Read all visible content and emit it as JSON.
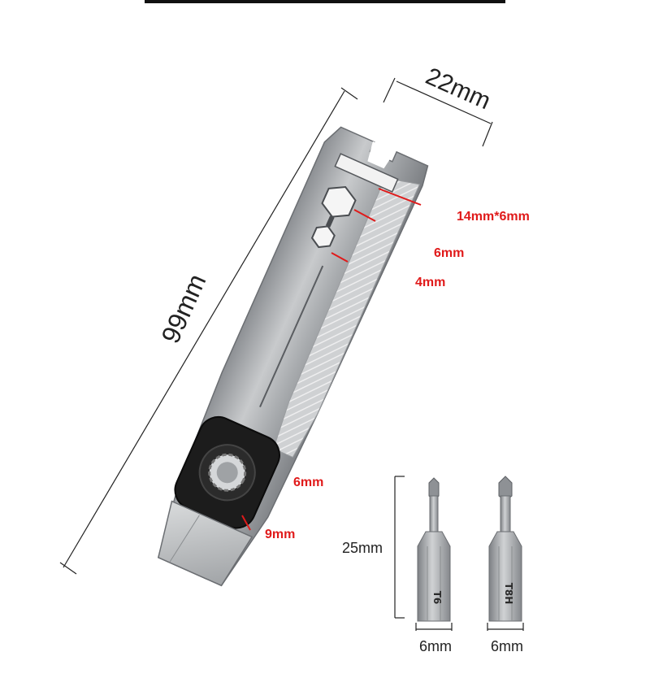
{
  "dimensions": {
    "width_label": "22mm",
    "length_label": "99mm",
    "bit_length_label": "25mm",
    "bit1_width_label": "6mm",
    "bit2_width_label": "6mm"
  },
  "callouts": {
    "bottle_opener": "14mm*6mm",
    "hex_large": "6mm",
    "hex_small": "4mm",
    "ratchet": "6mm",
    "flat_edge": "9mm"
  },
  "bits": [
    {
      "marking": "T6"
    },
    {
      "marking": "T8H"
    }
  ],
  "colors": {
    "accent_red": "#e01a1a",
    "titanium": "#b9bcbf",
    "ratchet_black": "#1c1c1c"
  }
}
